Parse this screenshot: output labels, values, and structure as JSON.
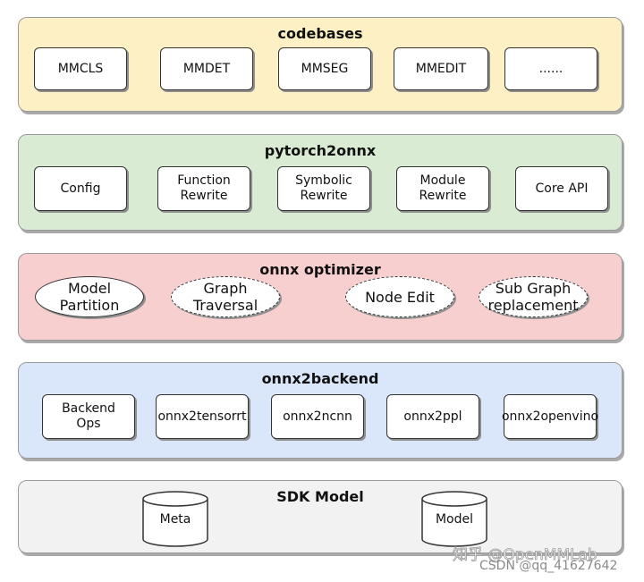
{
  "codebases": {
    "title": "codebases",
    "items": [
      "MMCLS",
      "MMDET",
      "MMSEG",
      "MMEDIT",
      "......"
    ]
  },
  "pytorch2onnx": {
    "title": "pytorch2onnx",
    "items": [
      "Config",
      "Function\nRewrite",
      "Symbolic\nRewrite",
      "Module\nRewrite",
      "Core API"
    ]
  },
  "onnx_optimizer": {
    "title": "onnx optimizer",
    "items": [
      "Model\nPartition",
      "Graph\nTraversal",
      "Node Edit",
      "Sub Graph\nreplacement"
    ]
  },
  "onnx2backend": {
    "title": "onnx2backend",
    "items": [
      "Backend\nOps",
      "onnx2tensorrt",
      "onnx2ncnn",
      "onnx2ppl",
      "onnx2openvino"
    ]
  },
  "sdk_model": {
    "title": "SDK Model",
    "items": [
      "Meta",
      "Model"
    ]
  },
  "watermark": {
    "zhihu": "知乎 @OpenMMLab",
    "csdn": "CSDN @qq_41627642"
  },
  "colors": {
    "codebases_bg": "#fdf0c4",
    "pytorch2onnx_bg": "#d9ecd3",
    "onnx_optimizer_bg": "#f7cfcf",
    "onnx2backend_bg": "#dae6fa",
    "sdk_model_bg": "#f2f2f2"
  }
}
